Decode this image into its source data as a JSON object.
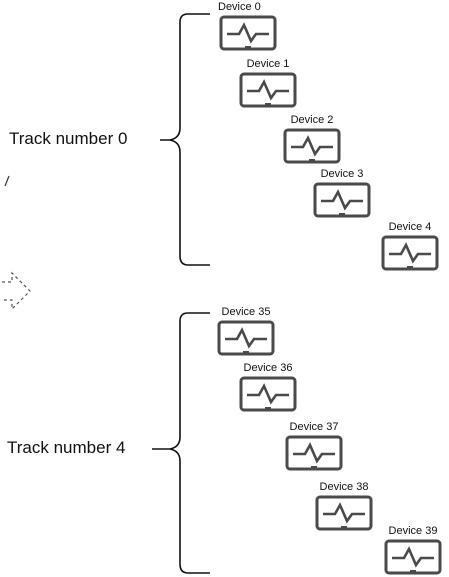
{
  "tracks": [
    {
      "label": "Track number 0",
      "devices": [
        "Device 0",
        "Device 1",
        "Device 2",
        "Device 3",
        "Device 4"
      ]
    },
    {
      "label": "Track number 4",
      "devices": [
        "Device 35",
        "Device 36",
        "Device 37",
        "Device 38",
        "Device 39"
      ]
    }
  ],
  "icons": {
    "device": "monitor-heartbeat-icon",
    "ellipsis": "dashed-arrow-icon"
  },
  "colors": {
    "device_stroke": "#4a4a4a",
    "bracket": "#111111",
    "dashed": "#555555"
  }
}
